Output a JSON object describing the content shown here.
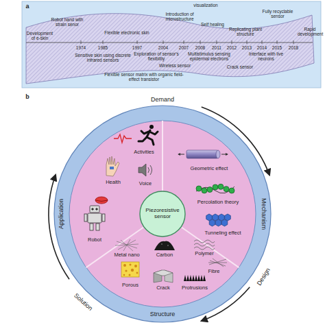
{
  "diagram": {
    "nodes": [
      {
        "text": [
          "Piezoresistive sensor"
        ]
      }
    ],
    "labels": [
      "a",
      "Robot hand with strain senor",
      "Development of e-skin",
      "1974",
      "1985",
      "Flexible electronic skin",
      "1997",
      "Sensitive skin using discrete infrared sensors",
      "Exploration of sensor's flexibility",
      "2004",
      "Flexible sensor matrix with organic field-effect transistor",
      "Wireless sensor",
      "2007",
      "Introduction of microstructure",
      "2008",
      "visualization",
      "Multistimulus sensing epidermal electrons",
      "Self healing",
      "2011",
      "2012",
      "2013",
      "Replicating plant structure",
      "Fully recyclable sensor",
      "Crack sensor",
      "2014",
      "Interface with live neurons",
      "2015",
      "2018",
      "Rapid development",
      "b",
      "Demand",
      "Mechanism",
      "Design",
      "Structure",
      "Solution",
      "Application",
      "Activities",
      "Health",
      "Voice",
      "Robot",
      "Geometric effect",
      "Percolation theory",
      "Tunneling effect",
      "Metal nano",
      "Carbon",
      "Polymer",
      "Fibre",
      "Porous",
      "Crack",
      "Protrusions"
    ]
  }
}
